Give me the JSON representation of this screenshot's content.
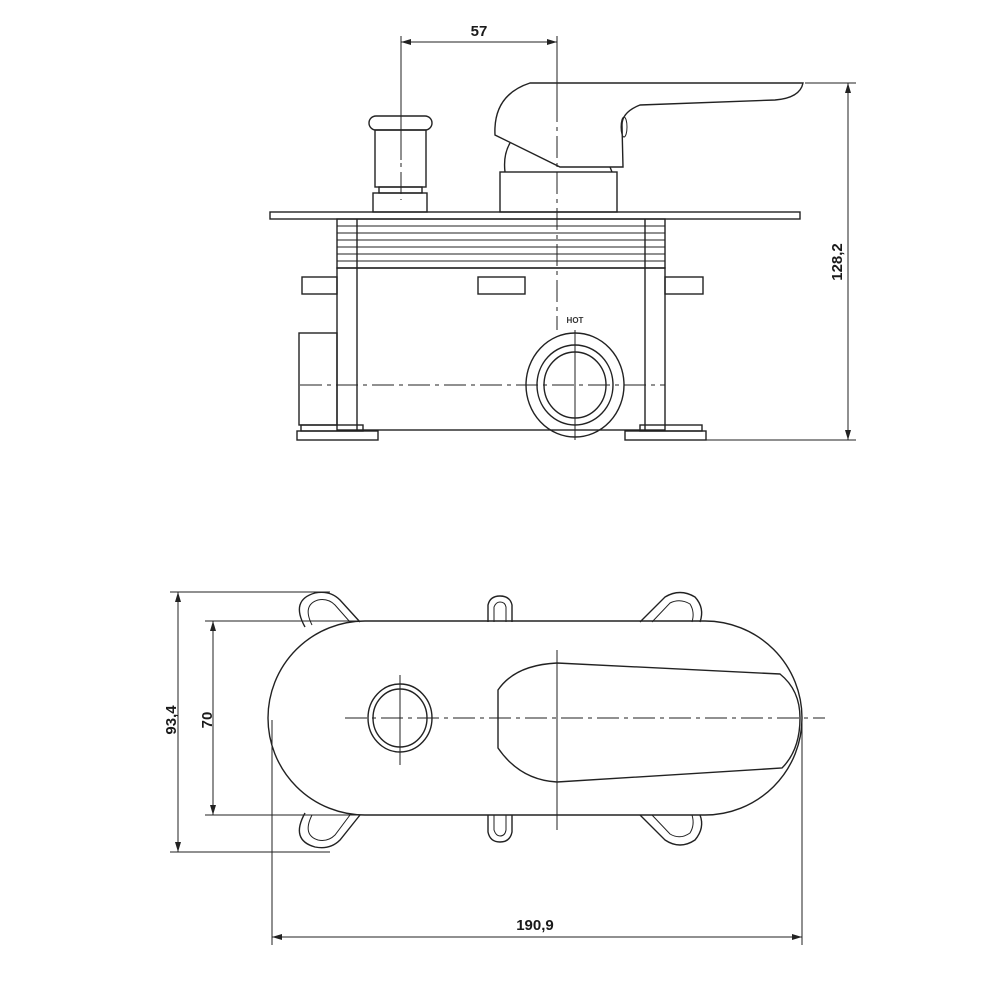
{
  "front_view": {
    "dim_spacing": "57",
    "dim_height": "128,2",
    "inlet_label": "HOT"
  },
  "top_view": {
    "dim_outer_height": "93,4",
    "dim_inner_height": "70",
    "dim_width": "190,9"
  }
}
